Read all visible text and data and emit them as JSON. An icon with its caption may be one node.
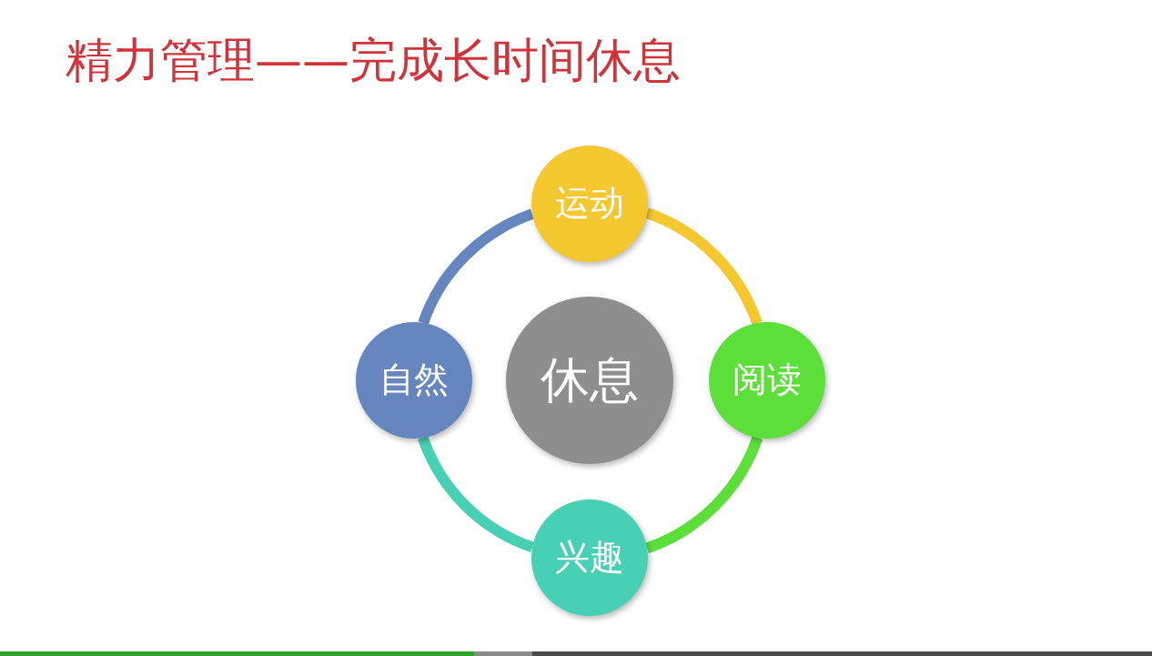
{
  "diagram": {
    "title": "精力管理——完成长时间休息",
    "nodes": [
      {
        "text": [
          "休息"
        ]
      },
      {
        "text": [
          "运动"
        ]
      },
      {
        "text": [
          "阅读"
        ]
      },
      {
        "text": [
          "兴趣"
        ]
      },
      {
        "text": [
          "自然"
        ]
      }
    ],
    "edges": [
      {
        "from": 1,
        "to": 2,
        "arrow": "none",
        "color": "#f5c830"
      },
      {
        "from": 2,
        "to": 3,
        "arrow": "none",
        "color": "#5ddf3a"
      },
      {
        "from": 3,
        "to": 4,
        "arrow": "none",
        "color": "#48d0b4"
      },
      {
        "from": 4,
        "to": 1,
        "arrow": "none",
        "color": "#6686bf"
      }
    ]
  }
}
